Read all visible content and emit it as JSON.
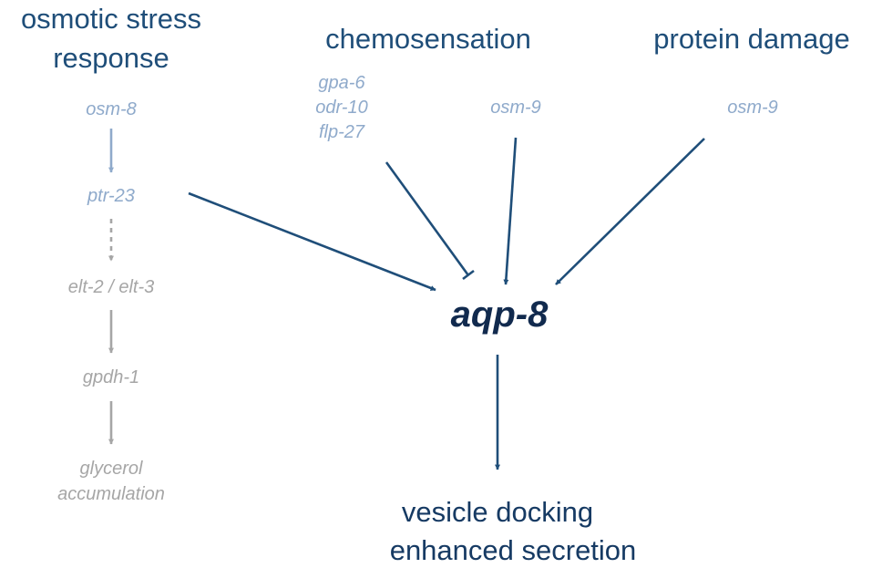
{
  "headings": {
    "osmotic_line1": "osmotic stress",
    "osmotic_line2": "response",
    "chemosensation": "chemosensation",
    "protein_damage": "protein damage"
  },
  "osmotic_pathway": {
    "osm8": "osm-8",
    "ptr23": "ptr-23",
    "elt": "elt-2 / elt-3",
    "gpdh1": "gpdh-1",
    "glycerol_line1": "glycerol",
    "glycerol_line2": "accumulation"
  },
  "chemosensation_genes": {
    "gpa6": "gpa-6",
    "odr10": "odr-10",
    "flp27": "flp-27",
    "osm9": "osm-9"
  },
  "protein_damage_genes": {
    "osm9": "osm-9"
  },
  "central_node": "aqp-8",
  "outcome": {
    "line1": "vesicle docking",
    "line2": "enhanced secretion"
  },
  "colors": {
    "heading": "#1f4e79",
    "light_gene": "#8faacb",
    "gray_gene": "#a6a6a6",
    "central": "#112a4e",
    "arrow": "#1f4e79"
  }
}
